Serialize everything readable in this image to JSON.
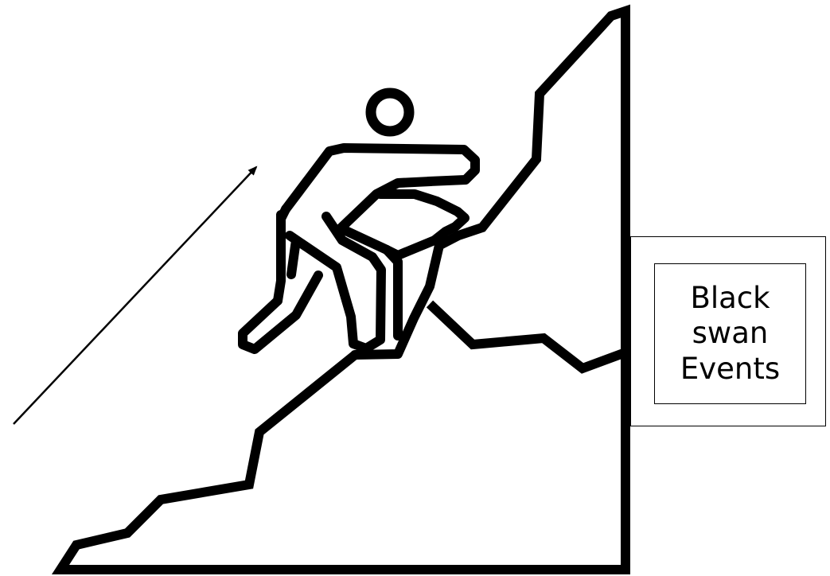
{
  "label_box": {
    "lines": [
      "Black",
      "swan",
      "Events"
    ]
  },
  "icons": {
    "figure": "climber-icon",
    "arrow": "upward-arrow",
    "terrain": "mountain-cliff"
  },
  "colors": {
    "stroke": "#000000",
    "background": "#ffffff"
  }
}
